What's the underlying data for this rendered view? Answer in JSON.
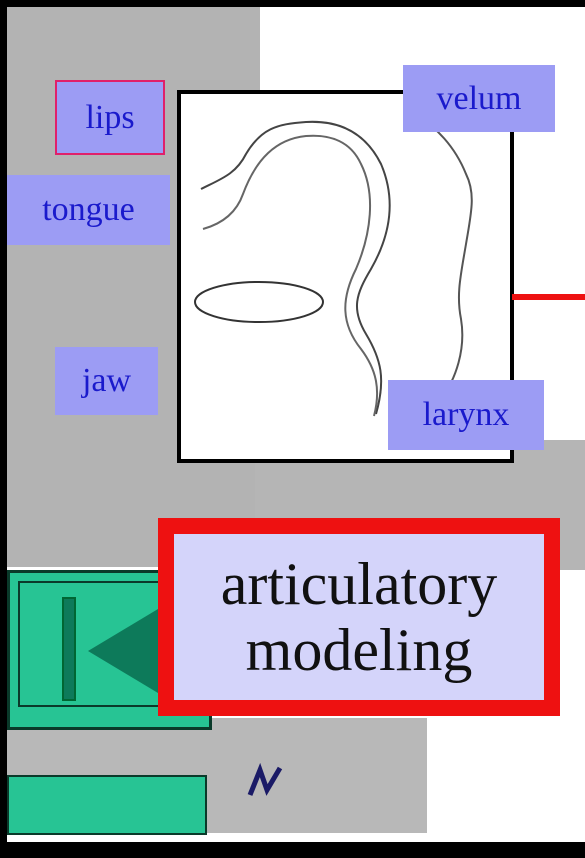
{
  "diagram": {
    "labels": {
      "lips": "lips",
      "tongue": "tongue",
      "jaw": "jaw",
      "velum": "velum",
      "larynx": "larynx"
    },
    "title_line1": "articulatory",
    "title_line2": "modeling"
  },
  "colors": {
    "label_bg": "#9c9cf4",
    "label_text": "#1a1acc",
    "title_border": "#ee1111",
    "title_bg": "#d4d4fa",
    "nav_button": "#27c494",
    "panel_gray": "#b3b3b3"
  },
  "icons": {
    "nav": "skip-back-icon"
  }
}
